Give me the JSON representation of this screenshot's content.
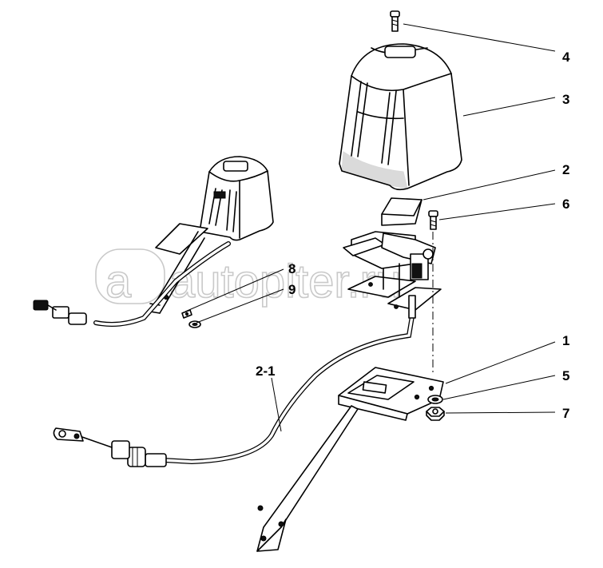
{
  "watermark": {
    "text": "autopiter.ru",
    "logo_letter": "a"
  },
  "callouts": {
    "c1": "1",
    "c2": "2",
    "c3": "3",
    "c4": "4",
    "c5": "5",
    "c6": "6",
    "c7": "7",
    "c8": "8",
    "c9": "9",
    "c21": "2-1"
  }
}
